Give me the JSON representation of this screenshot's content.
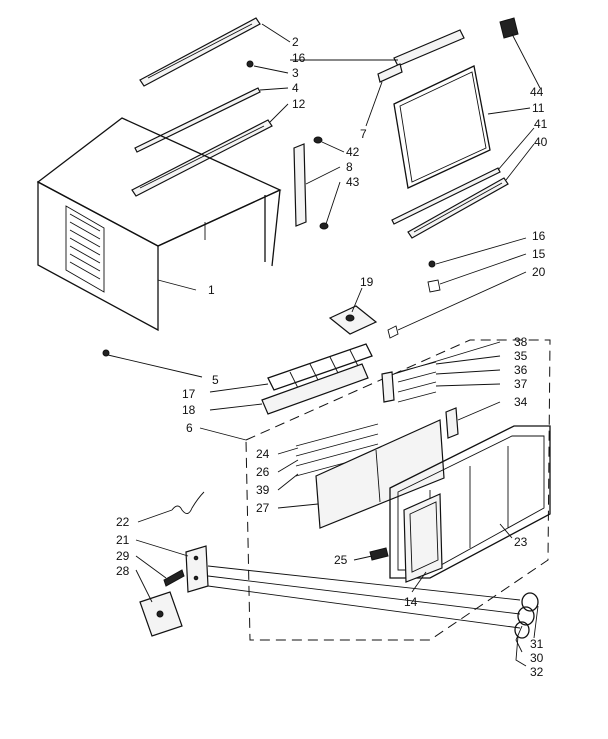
{
  "callouts": [
    {
      "id": "2",
      "text": "2"
    },
    {
      "id": "16a",
      "text": "16"
    },
    {
      "id": "3",
      "text": "3"
    },
    {
      "id": "4",
      "text": "4"
    },
    {
      "id": "12",
      "text": "12"
    },
    {
      "id": "44",
      "text": "44"
    },
    {
      "id": "11",
      "text": "11"
    },
    {
      "id": "7",
      "text": "7"
    },
    {
      "id": "41",
      "text": "41"
    },
    {
      "id": "40",
      "text": "40"
    },
    {
      "id": "42",
      "text": "42"
    },
    {
      "id": "8",
      "text": "8"
    },
    {
      "id": "43",
      "text": "43"
    },
    {
      "id": "1",
      "text": "1"
    },
    {
      "id": "16b",
      "text": "16"
    },
    {
      "id": "15",
      "text": "15"
    },
    {
      "id": "20",
      "text": "20"
    },
    {
      "id": "19",
      "text": "19"
    },
    {
      "id": "5",
      "text": "5"
    },
    {
      "id": "17",
      "text": "17"
    },
    {
      "id": "18",
      "text": "18"
    },
    {
      "id": "6",
      "text": "6"
    },
    {
      "id": "38",
      "text": "38"
    },
    {
      "id": "35",
      "text": "35"
    },
    {
      "id": "36",
      "text": "36"
    },
    {
      "id": "37",
      "text": "37"
    },
    {
      "id": "34",
      "text": "34"
    },
    {
      "id": "24",
      "text": "24"
    },
    {
      "id": "26",
      "text": "26"
    },
    {
      "id": "39",
      "text": "39"
    },
    {
      "id": "27",
      "text": "27"
    },
    {
      "id": "22",
      "text": "22"
    },
    {
      "id": "21",
      "text": "21"
    },
    {
      "id": "29",
      "text": "29"
    },
    {
      "id": "28",
      "text": "28"
    },
    {
      "id": "25",
      "text": "25"
    },
    {
      "id": "23",
      "text": "23"
    },
    {
      "id": "14",
      "text": "14"
    },
    {
      "id": "31",
      "text": "31"
    },
    {
      "id": "30",
      "text": "30"
    },
    {
      "id": "32",
      "text": "32"
    }
  ]
}
